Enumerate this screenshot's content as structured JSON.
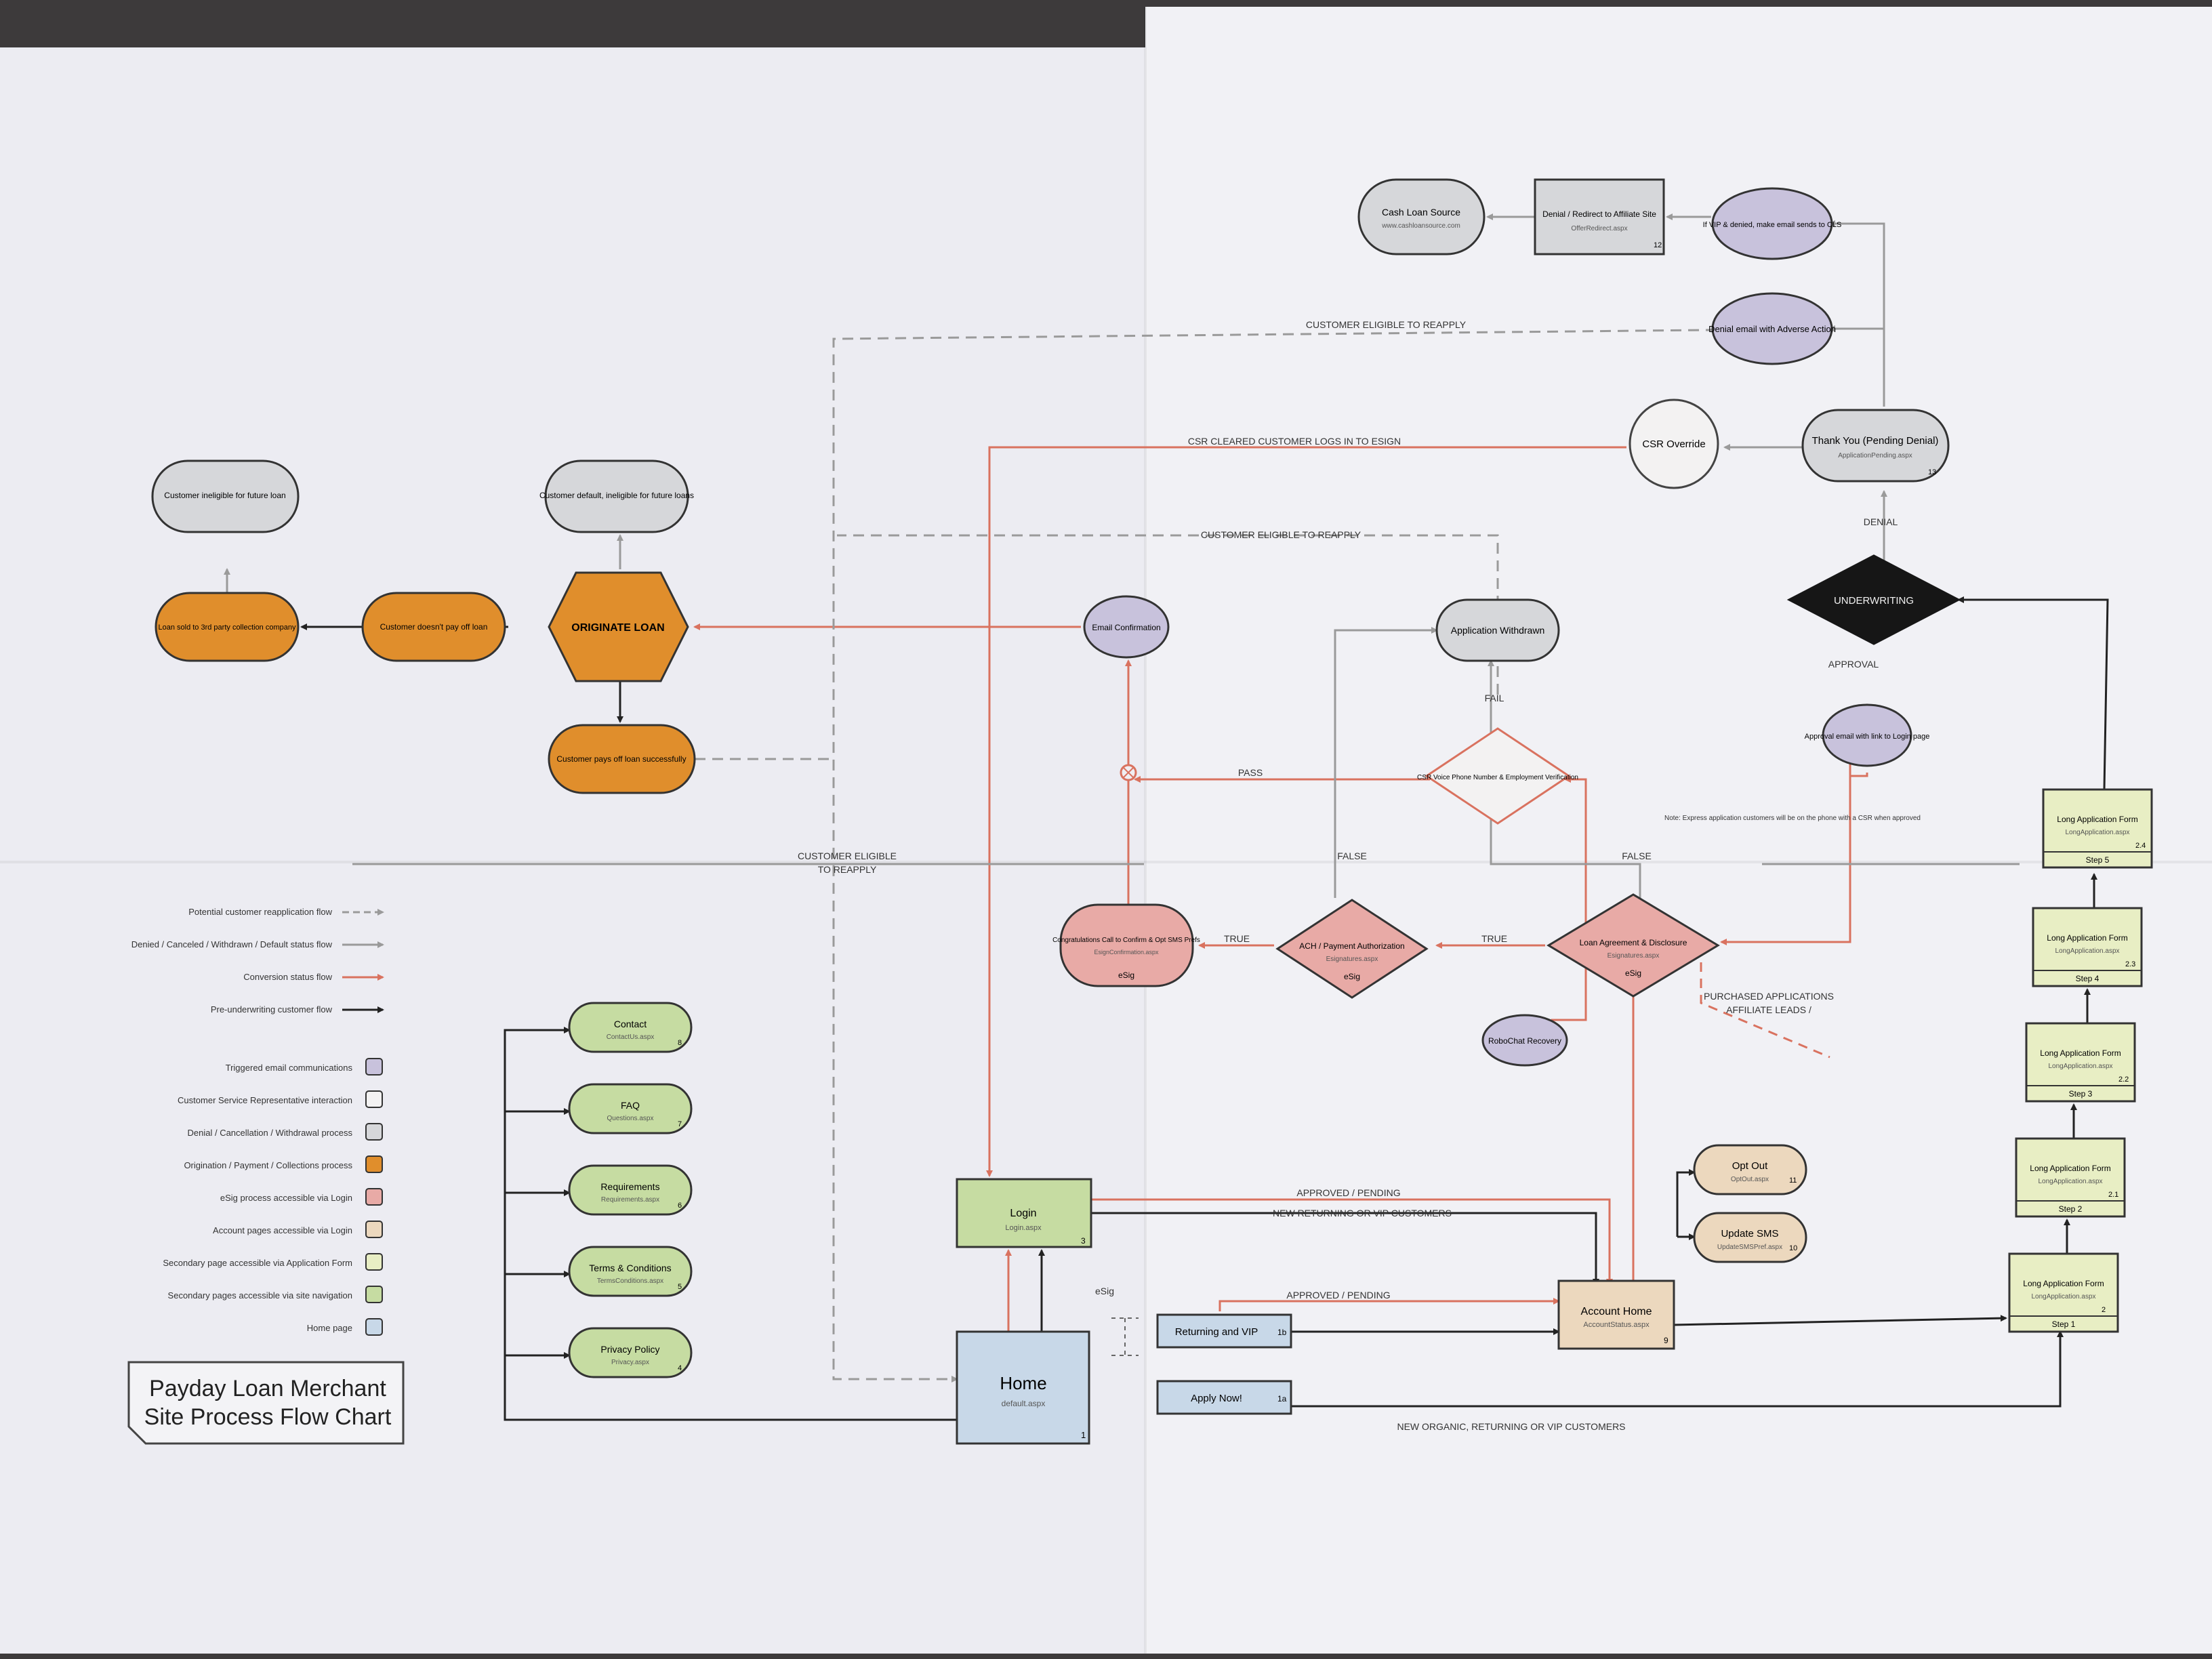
{
  "title": "Payday Loan Merchant Site Process Flow Chart",
  "title_lines": [
    "Payday Loan Merchant",
    "Site Process Flow Chart"
  ],
  "colors": {
    "home": "#c8d8e8",
    "secondary": "#c6dca2",
    "app_form": "#e8eec4",
    "account": "#ecd8be",
    "esig": "#e8aaa6",
    "origination": "#e08e2c",
    "denied": "#d6d7da",
    "csr": "#f3f2f2",
    "email": "#c8c2dc",
    "arrow_black": "#222222",
    "arrow_red": "#d9725f",
    "arrow_gray": "#9a9a9a",
    "decision": "#161616"
  },
  "legend": {
    "items": [
      {
        "label": "Home page",
        "color": "#c8d8e8"
      },
      {
        "label": "Secondary pages accessible via site navigation",
        "color": "#c6dca2"
      },
      {
        "label": "Secondary page accessible via Application Form",
        "color": "#e8eec4"
      },
      {
        "label": "Account pages accessible via Login",
        "color": "#ecd8be"
      },
      {
        "label": "eSig process accessible via Login",
        "color": "#e8aaa6"
      },
      {
        "label": "Origination / Payment / Collections process",
        "color": "#e08e2c"
      },
      {
        "label": "Denial / Cancellation / Withdrawal process",
        "color": "#d6d7da"
      },
      {
        "label": "Customer Service Representative interaction",
        "color": "#f3f2f2"
      },
      {
        "label": "Triggered email communications",
        "color": "#c8c2dc"
      }
    ],
    "flows": [
      {
        "label": "Pre-underwriting customer flow",
        "color": "#222222",
        "dashed": false
      },
      {
        "label": "Conversion status flow",
        "color": "#d9725f",
        "dashed": false
      },
      {
        "label": "Denied / Canceled / Withdrawn / Default status flow",
        "color": "#9a9a9a",
        "dashed": false
      },
      {
        "label": "Potential customer reapplication flow",
        "color": "#9a9a9a",
        "dashed": true
      }
    ]
  },
  "nodes": {
    "home": {
      "label": "Home",
      "sub": "default.aspx",
      "num": "1"
    },
    "login": {
      "label": "Login",
      "sub": "Login.aspx",
      "num": "3"
    },
    "apply_now": {
      "label": "Apply Now!",
      "num": "1a"
    },
    "returning_vip": {
      "label": "Returning and VIP",
      "num": "1b"
    },
    "privacy": {
      "label": "Privacy Policy",
      "sub": "Privacy.aspx",
      "num": "4"
    },
    "terms": {
      "label": "Terms & Conditions",
      "sub": "TermsConditions.aspx",
      "num": "5"
    },
    "requirements": {
      "label": "Requirements",
      "sub": "Requirements.aspx",
      "num": "6"
    },
    "faq": {
      "label": "FAQ",
      "sub": "Questions.aspx",
      "num": "7"
    },
    "contact": {
      "label": "Contact",
      "sub": "ContactUs.aspx",
      "num": "8"
    },
    "account_home": {
      "label": "Account Home",
      "sub": "AccountStatus.aspx",
      "num": "9"
    },
    "update_sms": {
      "label": "Update SMS",
      "sub": "UpdateSMSPref.aspx",
      "num": "10"
    },
    "opt_out": {
      "label": "Opt Out",
      "sub": "OptOut.aspx",
      "num": "11"
    },
    "step1": {
      "tag": "Step 1",
      "label": "Long Application Form",
      "sub": "LongApplication.aspx",
      "num": "2"
    },
    "step2": {
      "tag": "Step 2",
      "label": "Long Application Form",
      "sub": "LongApplication.aspx",
      "num": "2.1"
    },
    "step3": {
      "tag": "Step 3",
      "label": "Long Application Form",
      "sub": "LongApplication.aspx",
      "num": "2.2"
    },
    "step4": {
      "tag": "Step 4",
      "label": "Long Application Form",
      "sub": "LongApplication.aspx",
      "num": "2.3"
    },
    "step5": {
      "tag": "Step 5",
      "label": "Long Application Form",
      "sub": "LongApplication.aspx",
      "num": "2.4"
    },
    "underwriting": {
      "label": "UNDERWRITING"
    },
    "thank_you": {
      "label": "Thank You (Pending Denial)",
      "sub": "ApplicationPending.aspx",
      "num": "13"
    },
    "denial_email": {
      "label": "Denial email with Adverse Action"
    },
    "if_vip": {
      "label": "If VIP & denied, make email sends to CLS"
    },
    "denial_redirect": {
      "label": "Denial / Redirect to Affiliate Site",
      "sub": "OfferRedirect.aspx",
      "num": "12"
    },
    "cash_loan": {
      "label": "Cash Loan Source",
      "sub": "www.cashloansource.com"
    },
    "csr_override": {
      "label": "CSR Override"
    },
    "approval_email": {
      "label": "Approval email with link to Login page"
    },
    "loan_agreement": {
      "tag": "eSig",
      "label": "Loan Agreement & Disclosure",
      "sub": "Esignatures.aspx"
    },
    "ach_payment": {
      "tag": "eSig",
      "label": "ACH / Payment Authorization",
      "sub": "Esignatures.aspx"
    },
    "congrats": {
      "tag": "eSig",
      "label": "Congratulations Call to Confirm & Opt SMS Prefs",
      "sub": "EsignConfirmation.aspx"
    },
    "robochat": {
      "label": "RoboChat Recovery"
    },
    "csr_voice": {
      "label": "CSR Voice Phone Number & Employment Verification"
    },
    "app_withdrawn": {
      "label": "Application Withdrawn"
    },
    "email_confirmation": {
      "label": "Email Confirmation"
    },
    "originate": {
      "label": "ORIGINATE LOAN"
    },
    "customer_default": {
      "label": "Customer default, ineligible for future loans"
    },
    "pays_off": {
      "label": "Customer pays off loan successfully"
    },
    "not_pay": {
      "label": "Customer doesn't pay off loan"
    },
    "third_party": {
      "label": "Loan sold to 3rd party collection company"
    },
    "ineligible": {
      "label": "Customer ineligible for future loan"
    }
  },
  "edge_labels": {
    "new_organic": "NEW ORGANIC, RETURNING OR VIP CUSTOMERS",
    "new_returning": "NEW RETURNING OR VIP CUSTOMERS",
    "approved_pending": "APPROVED / PENDING",
    "approved_pending_2": "APPROVED / PENDING",
    "csr_cleared": "CSR CLEARED CUSTOMER LOGS IN TO ESIGN",
    "eligible_top": "CUSTOMER ELIGIBLE TO REAPPLY",
    "eligible_mid": "CUSTOMER ELIGIBLE TO REAPPLY",
    "eligible_low_1": "CUSTOMER ELIGIBLE",
    "eligible_low_2": "TO REAPPLY",
    "denial": "DENIAL",
    "approval": "APPROVAL",
    "pass": "PASS",
    "fail": "FAIL",
    "true1": "TRUE",
    "true2": "TRUE",
    "false1": "FALSE",
    "false2": "FALSE",
    "affiliate_1": "AFFILIATE LEADS /",
    "affiliate_2": "PURCHASED APPLICATIONS",
    "esig_small": "eSig",
    "note": "Note: Express application customers will be on the phone with a CSR when approved"
  }
}
